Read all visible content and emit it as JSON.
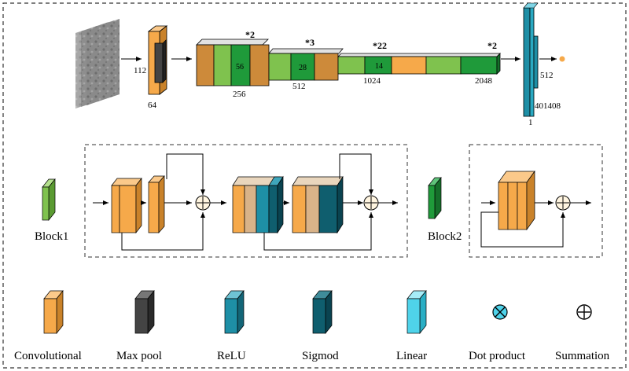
{
  "colors": {
    "conv": "#f6a94a",
    "conv_dark": "#c9822a",
    "maxpool": "#444444",
    "relu": "#1e8fa6",
    "sigmoid": "#0f5e6e",
    "linear": "#4fd3ea",
    "block1": "#7fc24e",
    "block2": "#1f9a3a",
    "tan": "#d9b389",
    "dot": "#f6a94a"
  },
  "top": {
    "input_size": "112",
    "conv_channels": "64",
    "stage_repeats": [
      "*2",
      "*3",
      "*22",
      "*2"
    ],
    "stage_channels": [
      "256",
      "512",
      "1024",
      "2048"
    ],
    "spatial_sizes": [
      "56",
      "28",
      "14"
    ],
    "fc_dims": [
      "512",
      "401408",
      "1"
    ]
  },
  "blocks": {
    "block1_label": "Block1",
    "block2_label": "Block2"
  },
  "legend": {
    "items": [
      {
        "label": "Convolutional",
        "icon": "conv-block-icon"
      },
      {
        "label": "Max pool",
        "icon": "maxpool-block-icon"
      },
      {
        "label": "ReLU",
        "icon": "relu-block-icon"
      },
      {
        "label": "Sigmod",
        "icon": "sigmoid-block-icon"
      },
      {
        "label": "Linear",
        "icon": "linear-block-icon"
      },
      {
        "label": "Dot product",
        "icon": "dot-product-icon"
      },
      {
        "label": "Summation",
        "icon": "summation-icon"
      }
    ]
  }
}
